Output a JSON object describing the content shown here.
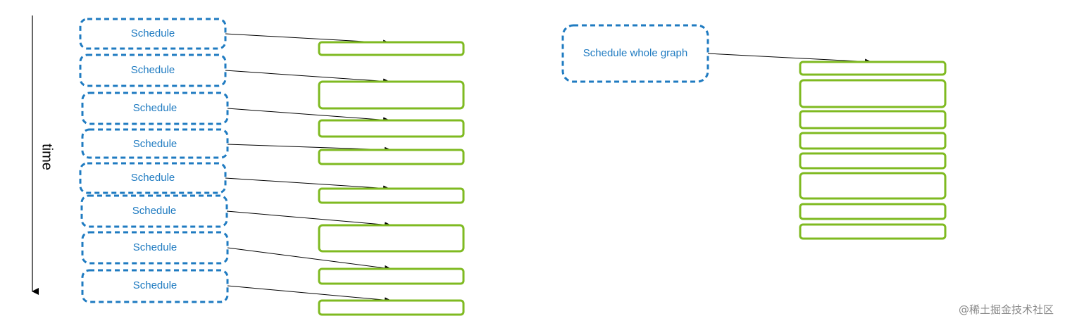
{
  "diagram": {
    "time_label": "time",
    "schedule_label": "Schedule",
    "schedule_whole_label": "Schedule whole graph",
    "watermark": "@稀土掘金技术社区",
    "colors": {
      "schedule": "#1f7bc1",
      "task": "#7fba21",
      "arrow": "#000000"
    }
  }
}
